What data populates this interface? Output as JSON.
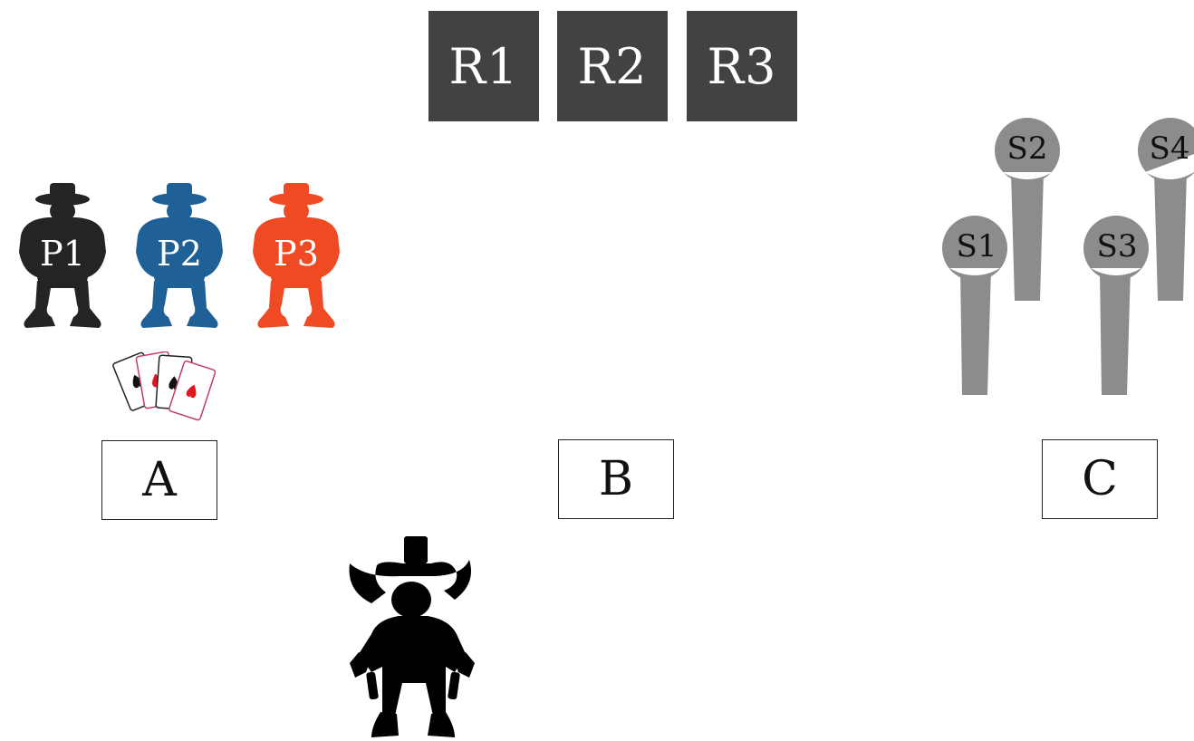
{
  "rooms": [
    {
      "label": "R1"
    },
    {
      "label": "R2"
    },
    {
      "label": "R3"
    }
  ],
  "players": [
    {
      "label": "P1",
      "color": "#222426"
    },
    {
      "label": "P2",
      "color": "#1f6196"
    },
    {
      "label": "P3",
      "color": "#f04a24"
    }
  ],
  "stools": [
    {
      "label": "S1"
    },
    {
      "label": "S2"
    },
    {
      "label": "S3"
    },
    {
      "label": "S4"
    }
  ],
  "zones": [
    {
      "label": "A"
    },
    {
      "label": "B"
    },
    {
      "label": "C"
    }
  ],
  "colors": {
    "room": "#404244",
    "stool": "#8a8c8e",
    "agent": "#000000"
  },
  "icons": [
    "playing-cards-icon",
    "cowboy-agent-icon"
  ]
}
